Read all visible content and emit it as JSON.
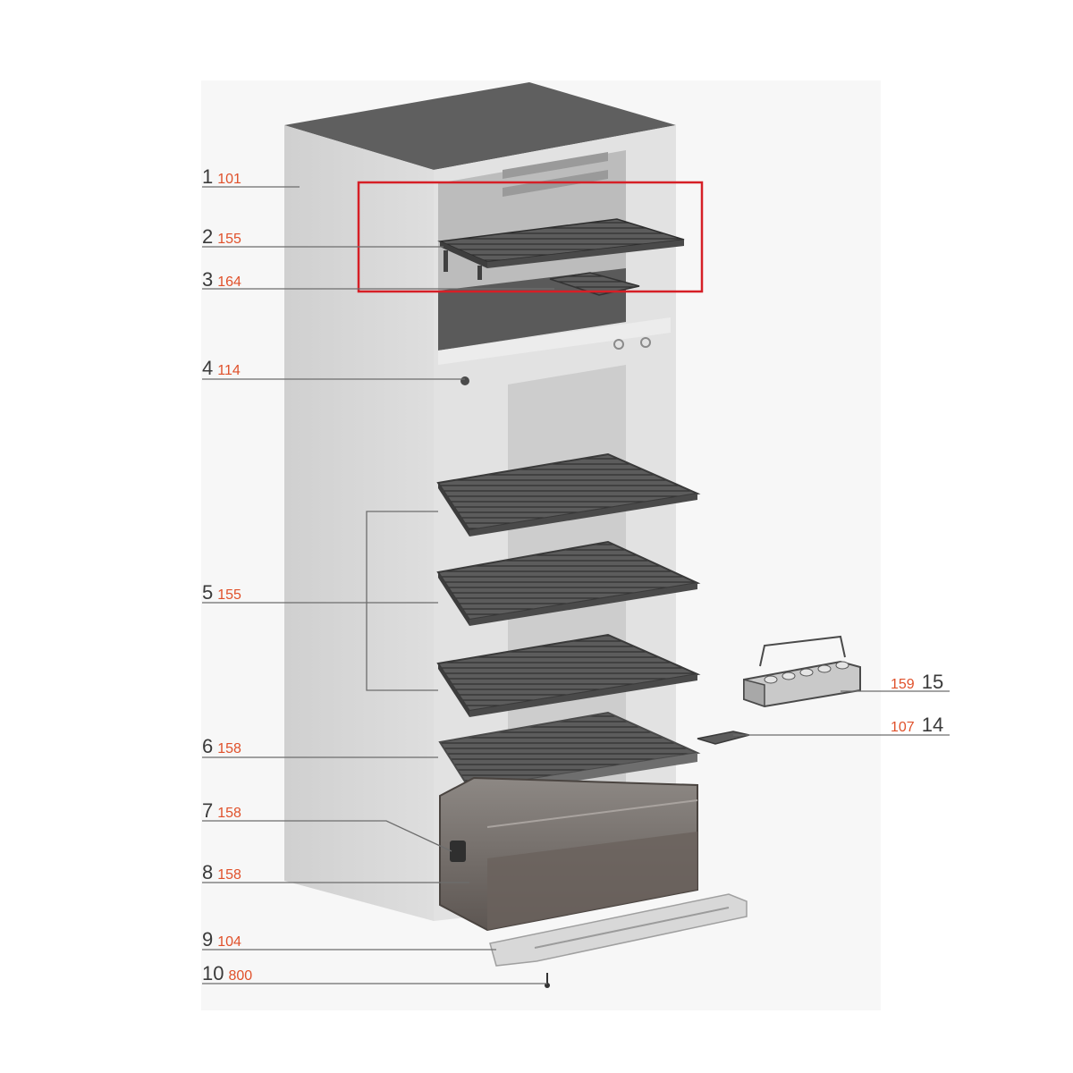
{
  "parts": [
    {
      "number": "1",
      "code": "101"
    },
    {
      "number": "2",
      "code": "155"
    },
    {
      "number": "3",
      "code": "164"
    },
    {
      "number": "4",
      "code": "114"
    },
    {
      "number": "5",
      "code": "155"
    },
    {
      "number": "6",
      "code": "158"
    },
    {
      "number": "7",
      "code": "158"
    },
    {
      "number": "8",
      "code": "158"
    },
    {
      "number": "9",
      "code": "104"
    },
    {
      "number": "10",
      "code": "800"
    },
    {
      "number": "14",
      "code": "107"
    },
    {
      "number": "15",
      "code": "159"
    }
  ],
  "colors": {
    "label_number": "#3a3a3a",
    "label_code": "#e0512b",
    "highlight_box": "#d61f26",
    "cabinet": "#d9d9d9",
    "shelf": "#5a5a5a"
  }
}
